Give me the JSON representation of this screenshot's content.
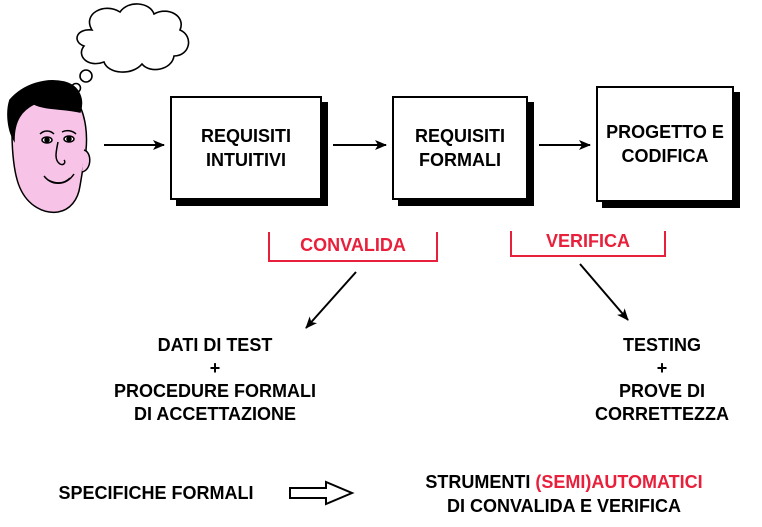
{
  "colors": {
    "accent": "#e8203c",
    "face": "#f7c4e8",
    "ink": "#000000"
  },
  "boxes": {
    "intuitive": {
      "line1": "REQUISITI",
      "line2": "INTUITIVI"
    },
    "formal": {
      "line1": "REQUISITI",
      "line2": "FORMALI"
    },
    "design": {
      "line1": "PROGETTO E",
      "line2": "CODIFICA"
    }
  },
  "labels": {
    "convalida": "CONVALIDA",
    "verifica": "VERIFICA"
  },
  "left_result": {
    "line1": "DATI DI TEST",
    "line2": "+",
    "line3": "PROCEDURE FORMALI",
    "line4": "DI ACCETTAZIONE"
  },
  "right_result": {
    "line1": "TESTING",
    "line2": "+",
    "line3": "PROVE DI",
    "line4": "CORRETTEZZA"
  },
  "bottom": {
    "source": "SPECIFICHE FORMALI",
    "target_prefix": "STRUMENTI ",
    "target_highlight": "(SEMI)AUTOMATICI",
    "target_line2": "DI CONVALIDA E VERIFICA"
  }
}
